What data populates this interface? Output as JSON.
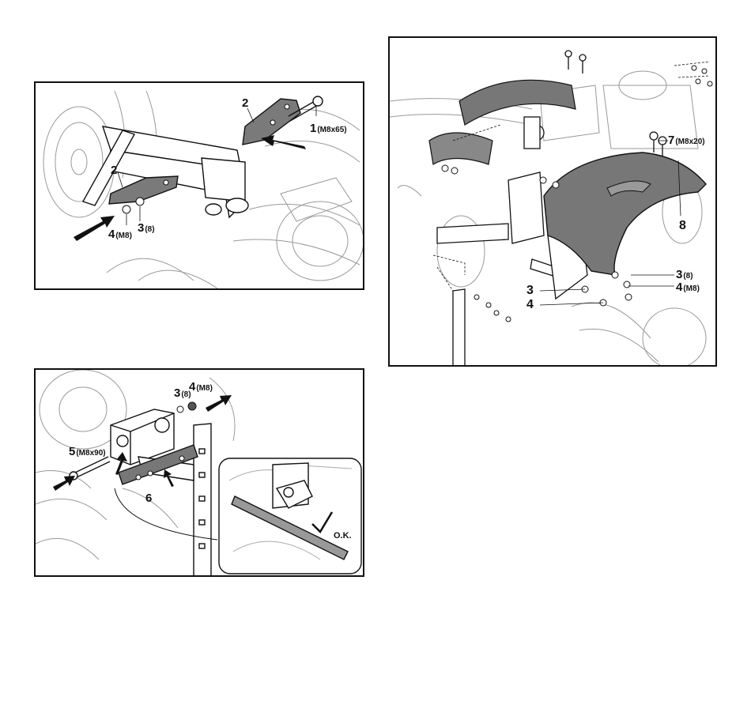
{
  "figure1": {
    "callouts": [
      {
        "num": "2",
        "size": ""
      },
      {
        "num": "1",
        "size": "(M8x65)"
      },
      {
        "num": "2",
        "size": ""
      },
      {
        "num": "4",
        "size": "(M8)"
      },
      {
        "num": "3",
        "size": "(8)"
      }
    ]
  },
  "figure2": {
    "callouts": [
      {
        "num": "3",
        "size": "(8)"
      },
      {
        "num": "4",
        "size": "(M8)"
      },
      {
        "num": "5",
        "size": "(M8x90)"
      },
      {
        "num": "6",
        "size": ""
      }
    ],
    "check_label": "O.K."
  },
  "figure3": {
    "callouts": [
      {
        "num": "7",
        "size": "(M8x20)"
      },
      {
        "num": "8",
        "size": ""
      },
      {
        "num": "3",
        "size": "(8)"
      },
      {
        "num": "4",
        "size": "(M8)"
      },
      {
        "num": "3",
        "size": ""
      },
      {
        "num": "4",
        "size": ""
      }
    ]
  },
  "colors": {
    "line": "#111111",
    "shade": "#777777",
    "light_shade": "#bbbbbb"
  }
}
